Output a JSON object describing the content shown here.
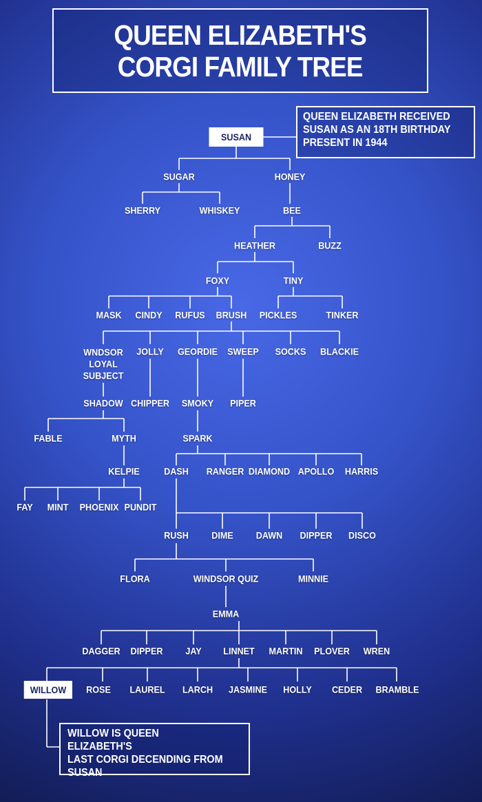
{
  "title": {
    "line1": "QUEEN ELIZABETH'S",
    "line2": "CORGI FAMILY TREE"
  },
  "notes": {
    "susan_note": "QUEEN ELIZABETH RECEIVED\nSUSAN AS AN 18TH BIRTHDAY\nPRESENT IN 1944",
    "willow_note": "WILLOW IS QUEEN ELIZABETH'S\nLAST CORGI DECENDING FROM\nSUSAN"
  },
  "dogs": {
    "susan": "SUSAN",
    "sugar": "SUGAR",
    "honey": "HONEY",
    "sherry": "SHERRY",
    "whiskey": "WHISKEY",
    "bee": "BEE",
    "heather": "HEATHER",
    "buzz": "BUZZ",
    "foxy": "FOXY",
    "tiny": "TINY",
    "mask": "MASK",
    "cindy": "CINDY",
    "rufus": "RUFUS",
    "brush": "BRUSH",
    "pickles": "PICKLES",
    "tinker": "TINKER",
    "windsor_loyal_subject": "WNDSOR\nLOYAL\nSUBJECT",
    "jolly": "JOLLY",
    "geordie": "GEORDIE",
    "sweep": "SWEEP",
    "socks": "SOCKS",
    "blackie": "BLACKIE",
    "shadow": "SHADOW",
    "chipper": "CHIPPER",
    "smoky": "SMOKY",
    "piper": "PIPER",
    "fable": "FABLE",
    "myth": "MYTH",
    "spark": "SPARK",
    "kelpie": "KELPIE",
    "dash": "DASH",
    "ranger": "RANGER",
    "diamond": "DIAMOND",
    "apollo": "APOLLO",
    "harris": "HARRIS",
    "fay": "FAY",
    "mint": "MINT",
    "phoenix": "PHOENIX",
    "pundit": "PUNDIT",
    "rush": "RUSH",
    "dime": "DIME",
    "dawn": "DAWN",
    "dipper_1": "DIPPER",
    "disco": "DISCO",
    "flora": "FLORA",
    "windsor_quiz": "WINDSOR QUIZ",
    "minnie": "MINNIE",
    "emma": "EMMA",
    "dagger": "DAGGER",
    "dipper_2": "DIPPER",
    "jay": "JAY",
    "linnet": "LINNET",
    "martin": "MARTIN",
    "plover": "PLOVER",
    "wren": "WREN",
    "willow": "WILLOW",
    "rose": "ROSE",
    "laurel": "LAUREL",
    "larch": "LARCH",
    "jasmine": "JASMINE",
    "holly": "HOLLY",
    "ceder": "CEDER",
    "bramble": "BRAMBLE"
  },
  "colors": {
    "background": "#3553c8",
    "text": "#ffffff",
    "box_text": "#1a2660"
  }
}
